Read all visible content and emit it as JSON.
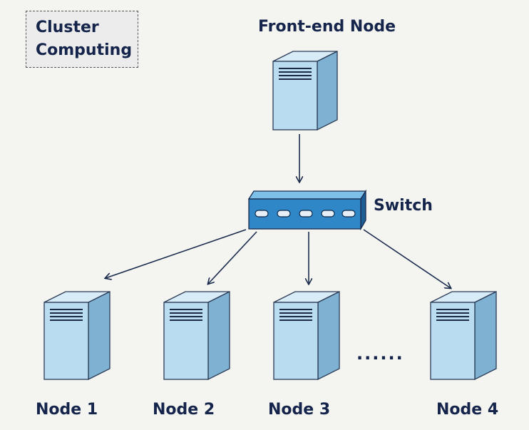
{
  "title_box": {
    "line1": "Cluster",
    "line2": "Computing"
  },
  "front_end": {
    "label": "Front-end Node"
  },
  "switch": {
    "label": "Switch",
    "port_count": 5
  },
  "nodes": [
    {
      "label": "Node 1"
    },
    {
      "label": "Node 2"
    },
    {
      "label": "Node 3"
    },
    {
      "label": "Node 4"
    }
  ],
  "ellipsis": "......",
  "colors": {
    "server_front": "#b9dcf0",
    "server_side": "#7fb2d2",
    "server_top": "#d8ecf8",
    "switch_front": "#2f87c8",
    "switch_top": "#7cc0ea",
    "switch_side": "#1e5e96",
    "arrow": "#1a2b4d",
    "text": "#14244a"
  }
}
